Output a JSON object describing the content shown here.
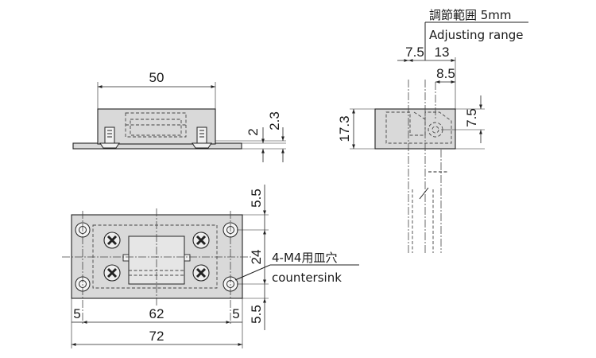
{
  "dimensions": {
    "front_width": "50",
    "plate_thickness": "2",
    "step_height": "2.3",
    "hole_spacing": "62",
    "overall_width": "72",
    "left_margin": "5",
    "right_margin": "5",
    "top_margin": "5.5",
    "bottom_margin": "5.5",
    "vertical_hole_spacing": "24",
    "side_height": "17.3",
    "side_offset_7_5": "7.5",
    "side_13": "13",
    "side_8_5": "8.5",
    "side_right_7_5": "7.5"
  },
  "notes": {
    "adjusting_range_jp": "調節範囲 5mm",
    "adjusting_range_en": "Adjusting range",
    "countersink_jp": "4-M4用皿穴",
    "countersink_en": "countersink"
  },
  "colors": {
    "part_fill": "#d9d9d9",
    "line": "#222222"
  }
}
